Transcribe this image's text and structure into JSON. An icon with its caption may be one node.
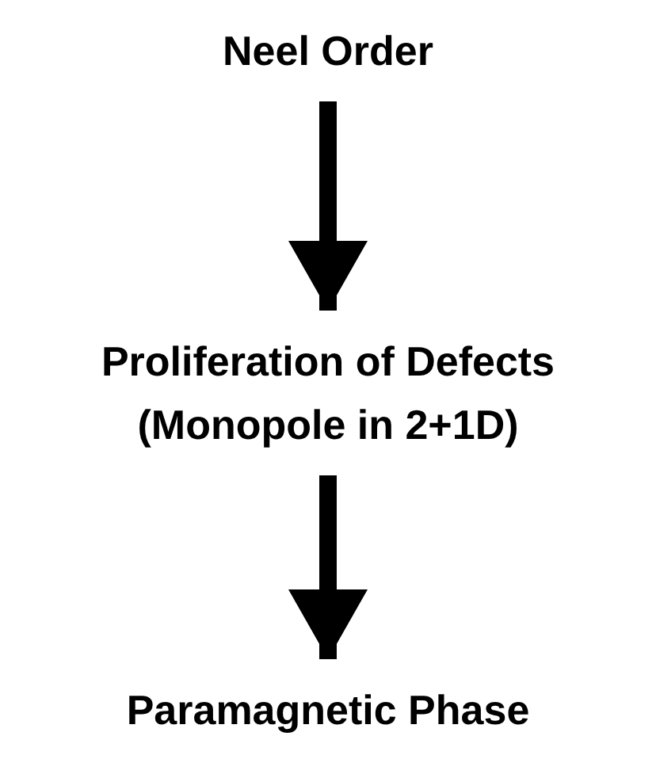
{
  "diagram": {
    "nodes": [
      {
        "text": [
          "Neel Order"
        ]
      },
      {
        "text": [
          "Proliferation of Defects",
          "(Monopole in 2+1D)"
        ]
      },
      {
        "text": [
          "Paramagnetic Phase"
        ]
      }
    ],
    "edges": [
      {
        "from": 0,
        "to": 1,
        "arrow": "to"
      },
      {
        "from": 1,
        "to": 2,
        "arrow": "to"
      }
    ]
  }
}
